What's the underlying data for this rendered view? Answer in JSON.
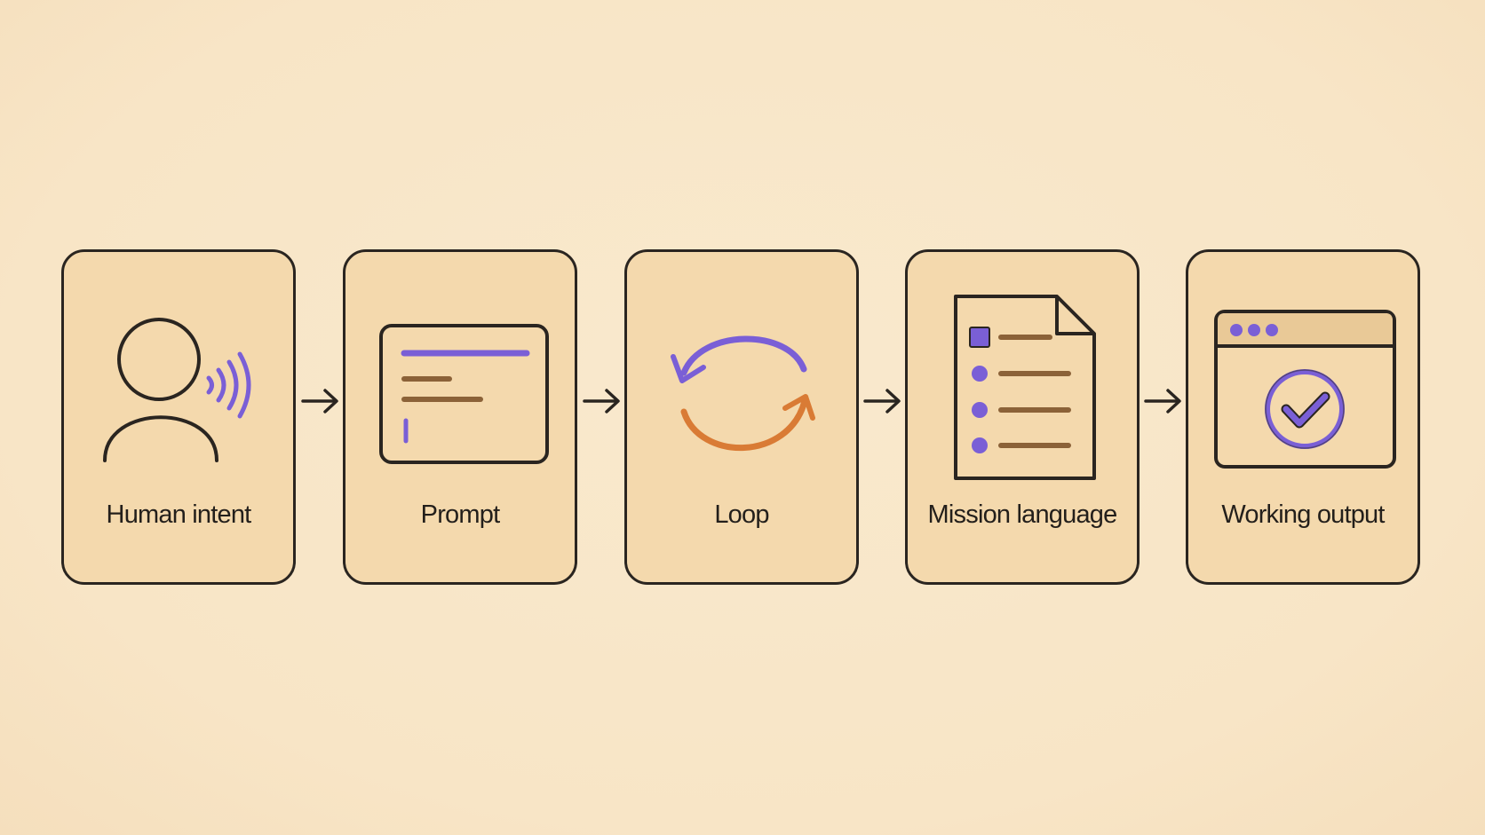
{
  "diagram": {
    "background_color": "#f9e8cb",
    "card_fill": "#f4d9ad",
    "stroke_color": "#2a2520",
    "accent_purple": "#7a5fd6",
    "accent_orange": "#d97b35",
    "accent_brown": "#8b6238",
    "steps": [
      {
        "label": "Human intent",
        "icon": "person-speaking-icon"
      },
      {
        "label": "Prompt",
        "icon": "text-prompt-window-icon"
      },
      {
        "label": "Loop",
        "icon": "refresh-cycle-icon"
      },
      {
        "label": "Mission language",
        "icon": "checklist-document-icon"
      },
      {
        "label": "Working output",
        "icon": "browser-checkmark-icon"
      }
    ],
    "connector_icon": "arrow-right-icon"
  }
}
